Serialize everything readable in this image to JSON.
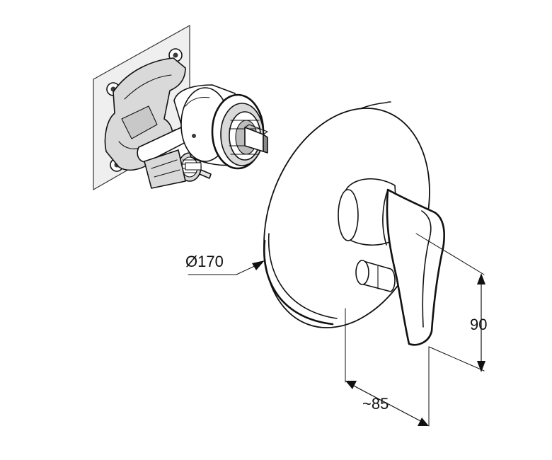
{
  "dimensions": {
    "diameter_label": "Ø170",
    "depth_label": "~85",
    "height_label": "90"
  }
}
